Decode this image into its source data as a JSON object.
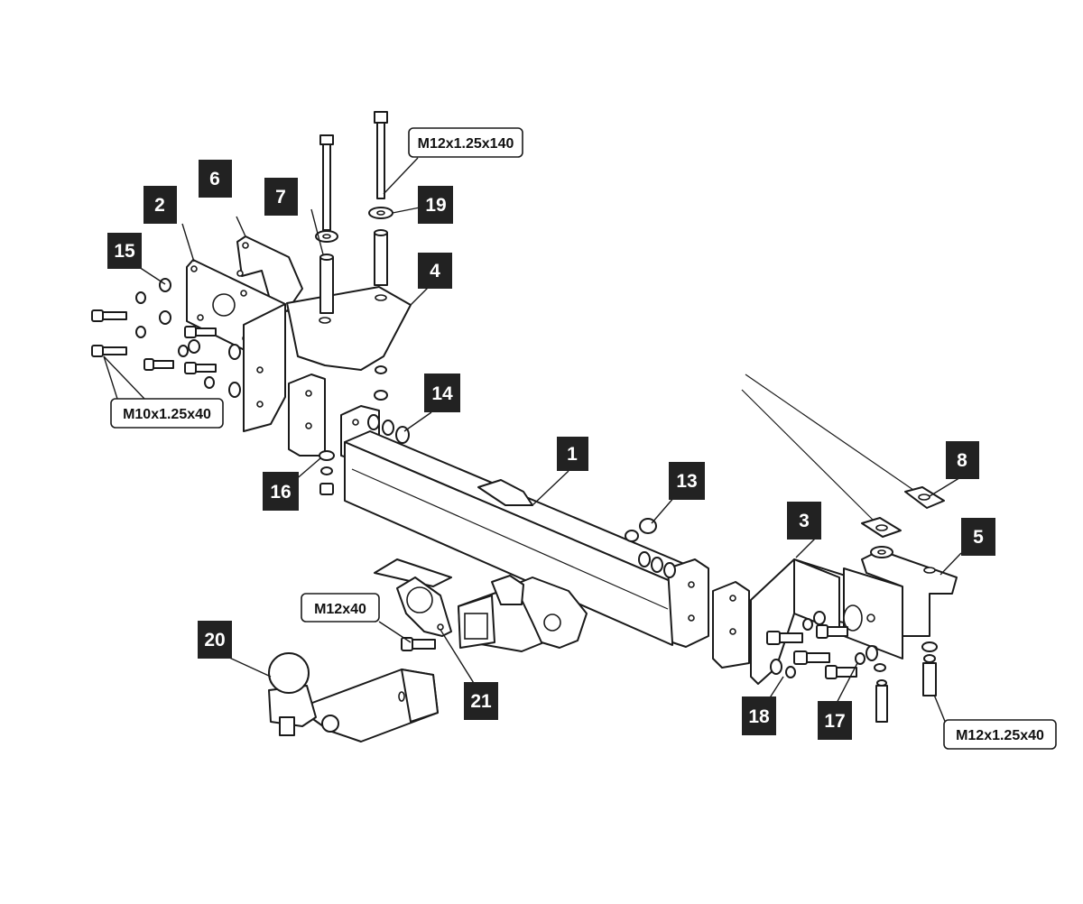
{
  "parts": [
    "1",
    "2",
    "3",
    "4",
    "5",
    "6",
    "7",
    "8",
    "13",
    "14",
    "15",
    "16",
    "17",
    "18",
    "19",
    "20",
    "21"
  ],
  "specs": {
    "top_bolt": "M12x1.25x140",
    "left_bolt": "M10x1.25x40",
    "pin_bolt": "M12x40",
    "right_bolt": "M12x1.25x40"
  },
  "colors": {
    "label_bg": "#222222",
    "label_text": "#ffffff",
    "line": "#1a1a1a"
  }
}
